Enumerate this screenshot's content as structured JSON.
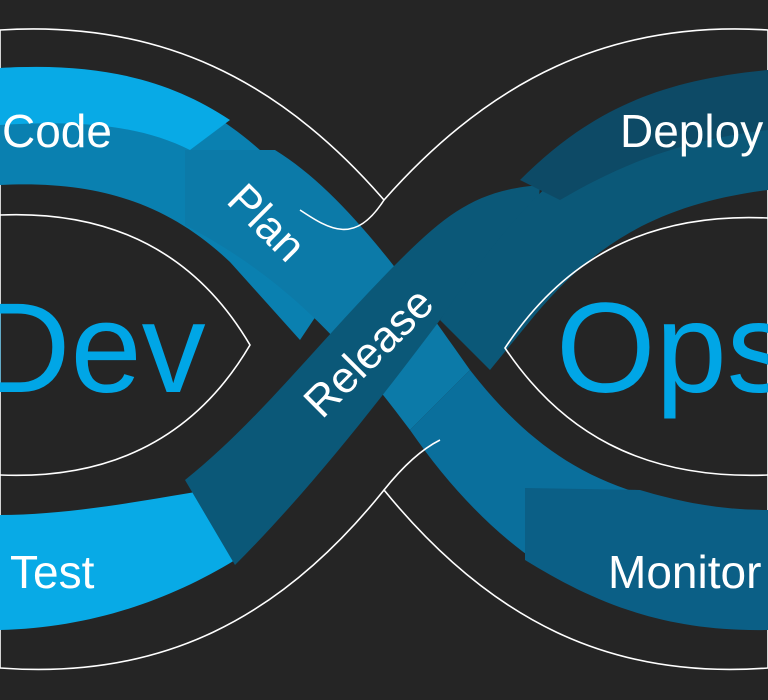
{
  "diagram": {
    "left_word": "Dev",
    "right_word": "Ops",
    "stages": {
      "code": "Code",
      "plan": "Plan",
      "release": "Release",
      "deploy": "Deploy",
      "test": "Test",
      "monitor": "Monitor"
    }
  },
  "colors": {
    "background": "#252525",
    "outline": "#ffffff",
    "band_light": "#08aae6",
    "band_mid": "#0a80b0",
    "band_dark": "#0b5878",
    "band_darker": "#0d4a66",
    "word": "#00a6e6"
  }
}
